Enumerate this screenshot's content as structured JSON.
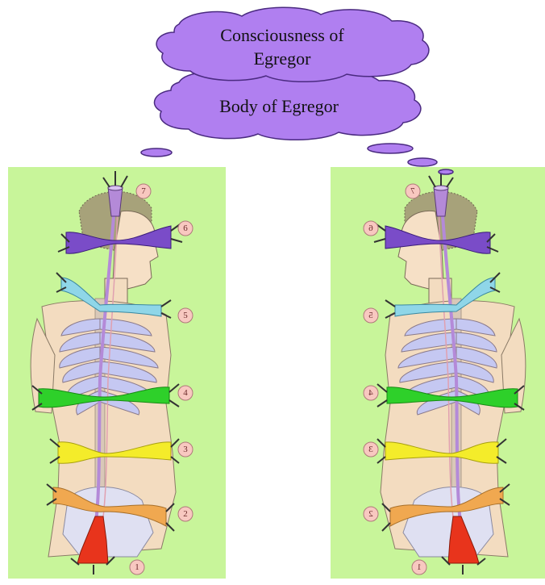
{
  "clouds": {
    "consciousness_line1": "Consciousness of",
    "consciousness_line2": "Egregor",
    "body": "Body of Egregor"
  },
  "chakras": [
    {
      "number": "1",
      "color": "#e8341c"
    },
    {
      "number": "2",
      "color": "#f0a850"
    },
    {
      "number": "3",
      "color": "#f4ec2a"
    },
    {
      "number": "4",
      "color": "#2ed02a"
    },
    {
      "number": "5",
      "color": "#8fd6e8"
    },
    {
      "number": "6",
      "color": "#7a4cc8"
    },
    {
      "number": "7",
      "color": "#b48ad8"
    }
  ],
  "colors": {
    "panel_bg": "#c8f59a",
    "cloud_fill": "#b07ff0",
    "skin": "#f3dcc0",
    "hair": "#a7a27a",
    "ribs": "#c5c8f2"
  }
}
